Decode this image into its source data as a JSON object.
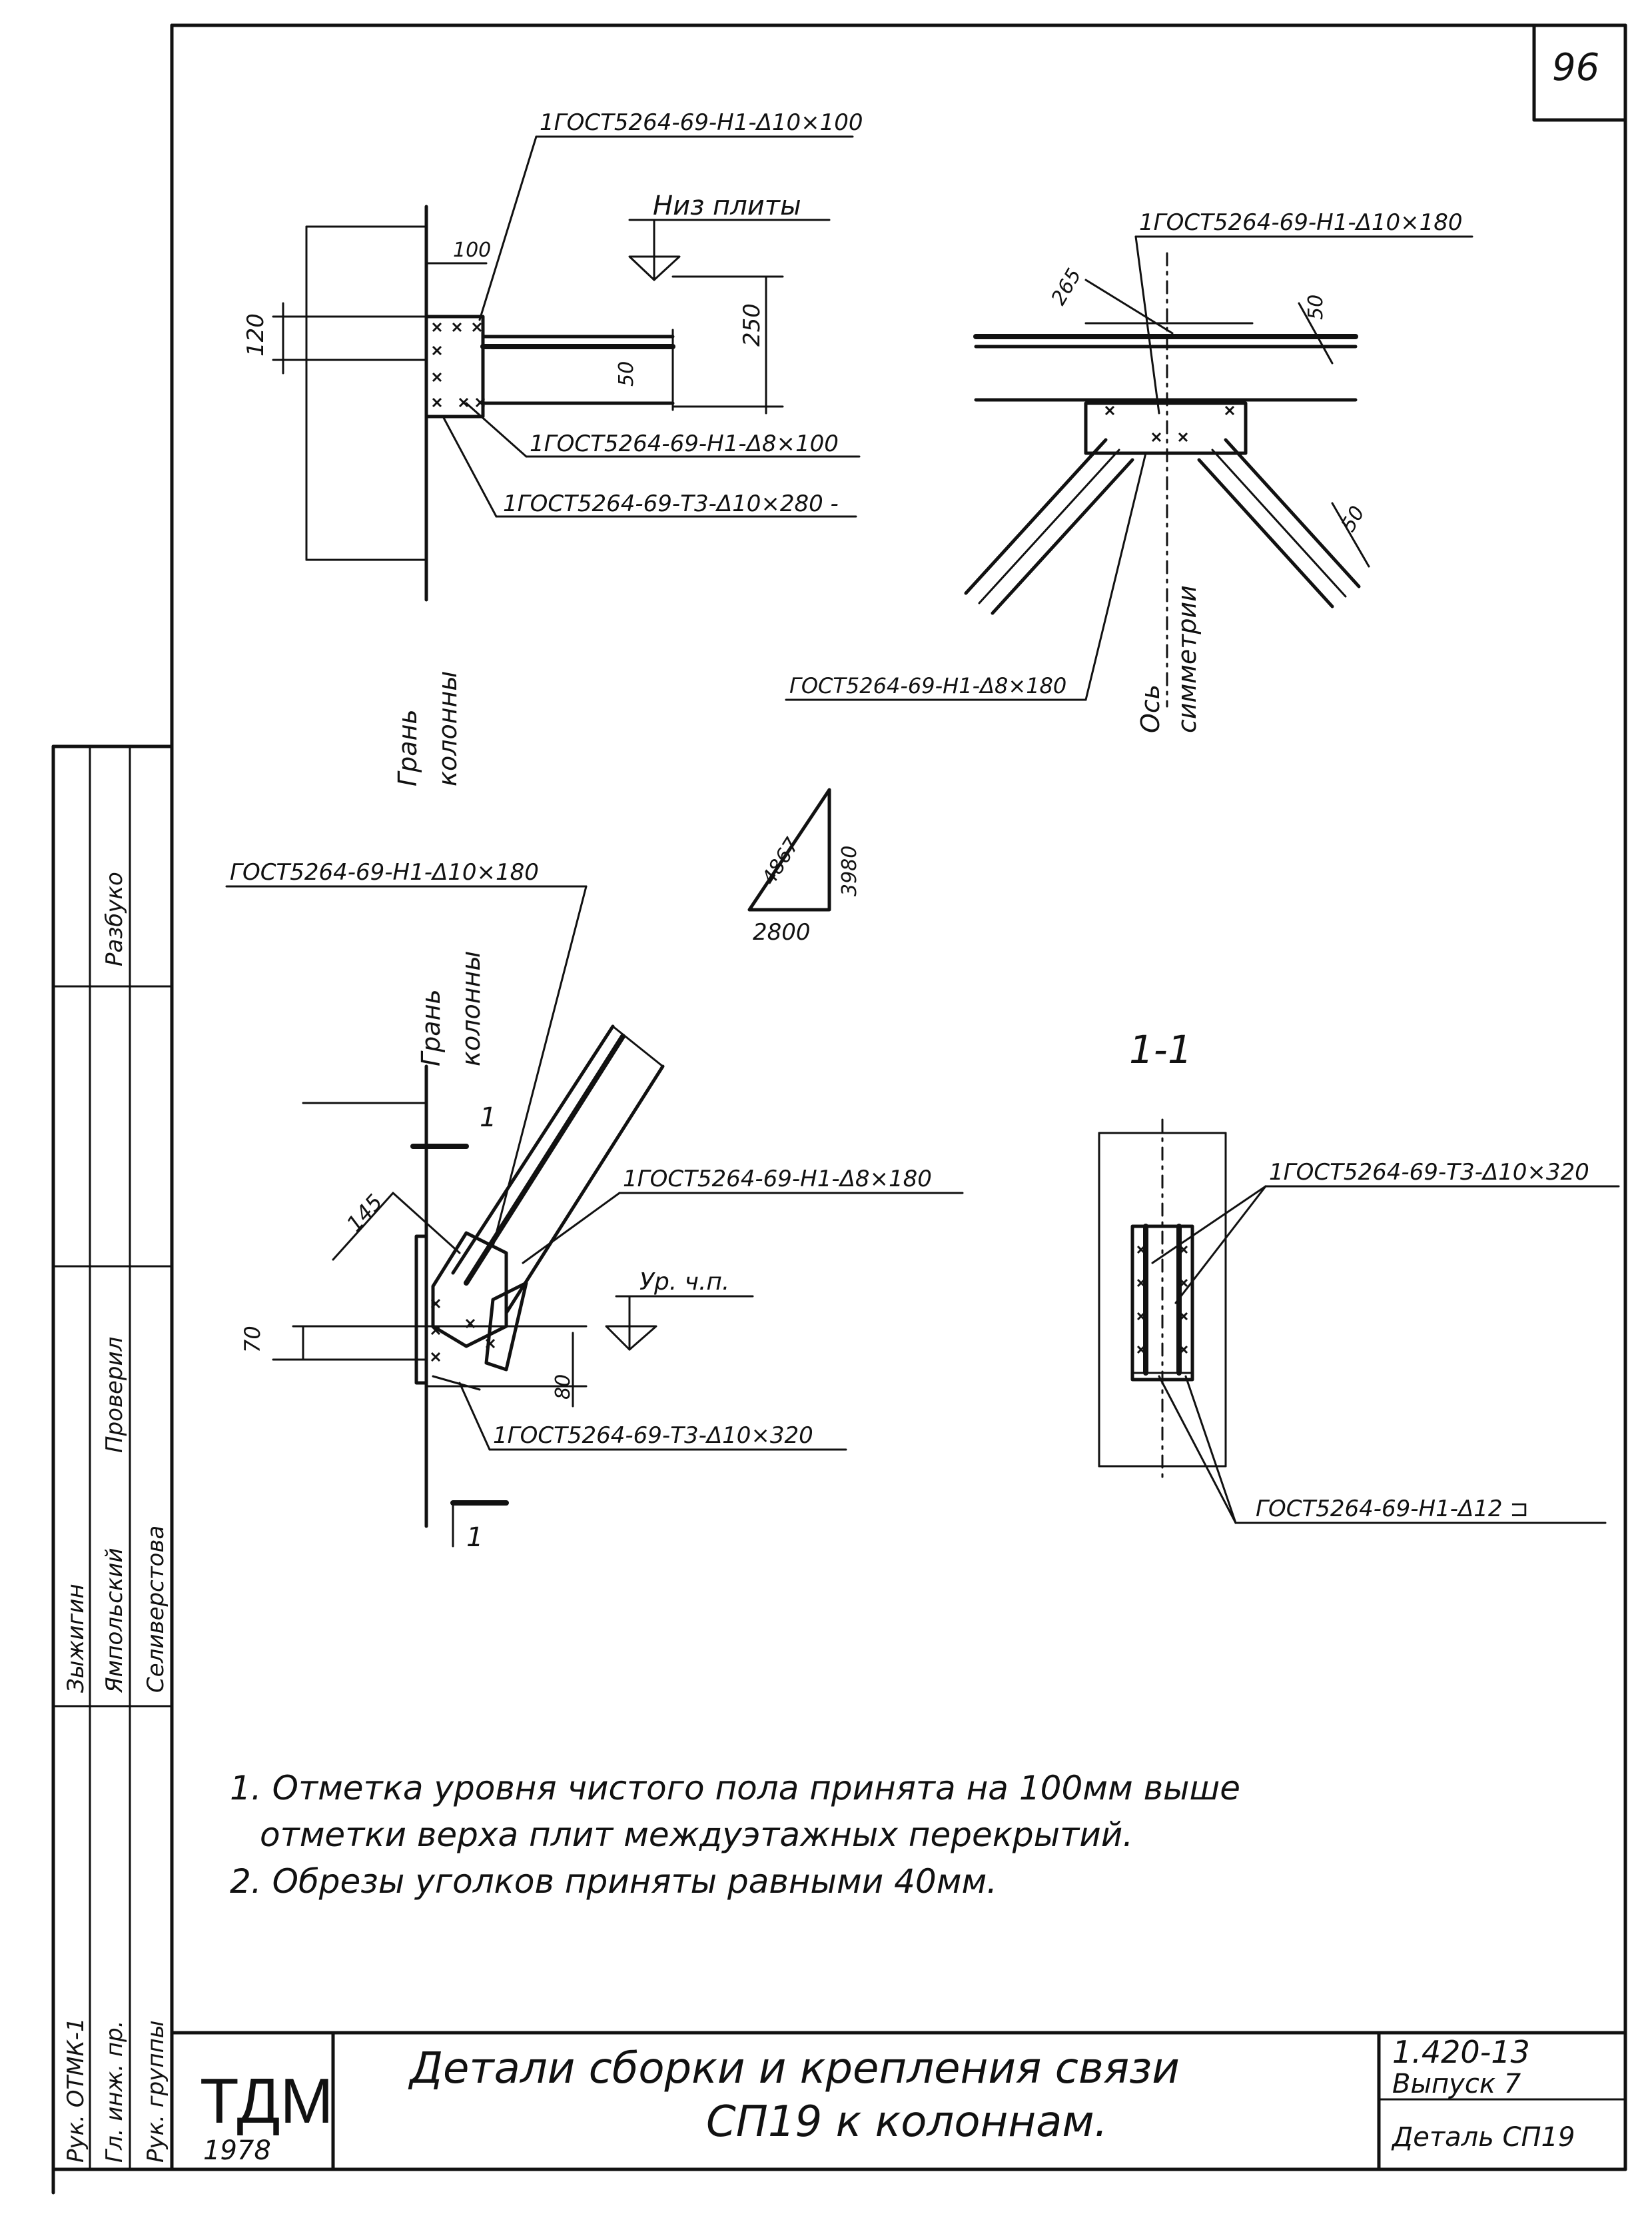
{
  "sheet": {
    "page_number": "96",
    "color_ink": "#111111",
    "color_paper": "#ffffff"
  },
  "view_top_left": {
    "weld_top": "1ГОСТ5264-69-Н1-Δ10×100",
    "label_bottom_of_slab": "Низ плиты",
    "weld_mid": "1ГОСТ5264-69-Н1-Δ8×100",
    "weld_low": "1ГОСТ5264-69-Т3-Δ10×280 -",
    "dim_100": "100",
    "dim_120": "120",
    "dim_250": "250",
    "dim_50": "50",
    "column_face": [
      "Грань",
      "колонны"
    ]
  },
  "view_top_right": {
    "weld_top": "1ГОСТ5264-69-Н1-Δ10×180",
    "weld_bottom": "ГОСТ5264-69-Н1-Δ8×180",
    "dim_265": "265",
    "dim_50_a": "50",
    "dim_50_b": "50",
    "axis_label": [
      "Ось",
      "симметрии"
    ]
  },
  "triangle": {
    "hyp": "4867",
    "vert": "3980",
    "base": "2800"
  },
  "view_bottom_left": {
    "weld_top": "ГОСТ5264-69-Н1-Δ10×180",
    "column_face": [
      "Грань",
      "колонны"
    ],
    "weld_right": "1ГОСТ5264-69-Н1-Δ8×180",
    "floor_level": "Ур. ч.п.",
    "weld_bottom": "1ГОСТ5264-69-Т3-Δ10×320",
    "dim_145": "145",
    "dim_70": "70",
    "dim_80": "80",
    "section_mark_a": "1",
    "section_mark_b": "1"
  },
  "section_view": {
    "title": "1-1",
    "weld_top": "1ГОСТ5264-69-Т3-Δ10×320",
    "weld_bottom": "ГОСТ5264-69-Н1-Δ12 ⊐"
  },
  "notes": {
    "note1_line1": "1. Отметка уровня чистого пола принята на 100мм выше",
    "note1_line2": "отметки верха плит междуэтажных перекрытий.",
    "note2": "2. Обрезы уголков приняты равными 40мм."
  },
  "side_stamp": {
    "col1": [
      "Рук. ОТМК-1",
      "Гл. инж. пр.",
      "Рук. группы"
    ],
    "col2": [
      "Зыжигин",
      "Ямпольский",
      "Селиверстова"
    ],
    "col3": [
      "Проверил"
    ],
    "col4": [
      "Разбуко"
    ]
  },
  "title_block": {
    "org": "ТДМ",
    "year": "1978",
    "title_line1": "Детали сборки и крепления связи",
    "title_line2": "СП19 к колоннам.",
    "code": "1.420-13",
    "issue": "Выпуск 7",
    "detail": "Деталь СП19"
  }
}
